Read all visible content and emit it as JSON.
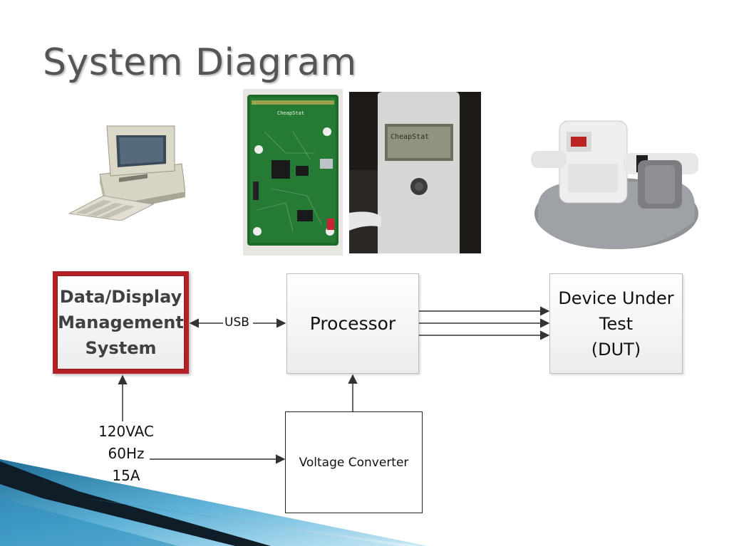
{
  "slide": {
    "title": "System Diagram"
  },
  "images": {
    "computer": "retro-desktop-computer-photo",
    "pcb": "cheapstat-circuit-board-photo",
    "device": "cheapstat-handheld-device-photo",
    "dut": "pool-saltwater-system-photo"
  },
  "blocks": {
    "dms": {
      "line1": "Data/Display",
      "line2": "Management",
      "line3": "System"
    },
    "processor": "Processor",
    "dut": {
      "line1": "Device Under",
      "line2": "Test",
      "line3": "(DUT)"
    },
    "voltage_converter": "Voltage Converter"
  },
  "labels": {
    "usb": "USB",
    "power": {
      "line1": "120VAC",
      "line2": "60Hz",
      "line3": "15A"
    }
  },
  "pcb_text": "CheapStat",
  "device_screen_text": "CheapStat",
  "colors": {
    "title": "#555555",
    "dms_border": "#b32025",
    "band_light": "#9fd3ea",
    "band_dark": "#0c1a24"
  }
}
